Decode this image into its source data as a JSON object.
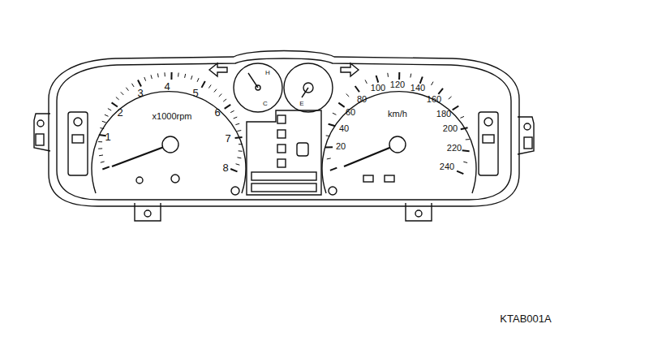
{
  "diagram": {
    "nodes": [
      {
        "text": [
          "1",
          "2",
          "3",
          "4",
          "5",
          "6",
          "7",
          "8",
          "x1000rpm"
        ]
      },
      {
        "text": [
          "H",
          "C"
        ]
      },
      {
        "text": [
          "E"
        ]
      },
      {
        "text": [
          "20",
          "40",
          "60",
          "80",
          "100",
          "120",
          "140",
          "160",
          "180",
          "200",
          "220",
          "240",
          "km/h"
        ]
      }
    ],
    "labels": [
      "KTAB001A"
    ]
  }
}
